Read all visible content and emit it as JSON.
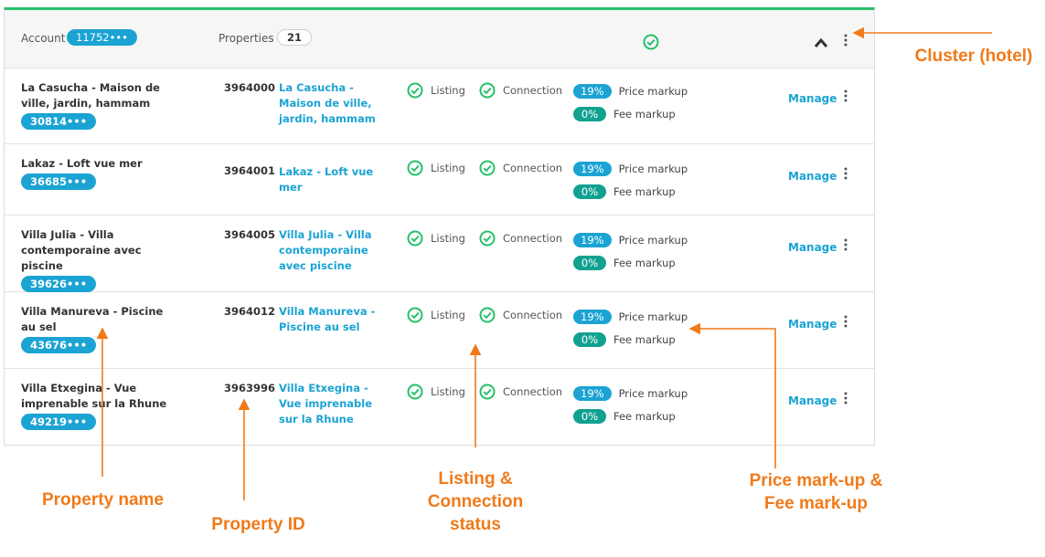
{
  "header": {
    "account_label": "Account",
    "account_value": "11752•••",
    "properties_label": "Properties",
    "properties_count": "21",
    "collapse_icon": "chevron-up-icon",
    "menu_icon": "kebab-icon",
    "status_icon": "check-circle-icon"
  },
  "colors": {
    "accent": "#1ba3d3",
    "success": "#27c06a",
    "fee": "#12a190",
    "annotation": "#f07a1a"
  },
  "rows": [
    {
      "name": "La Casucha - Maison de ville, jardin, hammam",
      "code": "30814•••",
      "id": "3964000",
      "link": "La Casucha - Maison de ville, jardin, hammam",
      "listing": "Listing",
      "connection": "Connection",
      "price_pct": "19%",
      "price_label": "Price markup",
      "fee_pct": "0%",
      "fee_label": "Fee markup",
      "manage": "Manage"
    },
    {
      "name": "Lakaz - Loft vue mer",
      "code": "36685•••",
      "id": "3964001",
      "link": "Lakaz - Loft vue mer",
      "listing": "Listing",
      "connection": "Connection",
      "price_pct": "19%",
      "price_label": "Price markup",
      "fee_pct": "0%",
      "fee_label": "Fee markup",
      "manage": "Manage"
    },
    {
      "name": "Villa Julia - Villa contemporaine avec piscine",
      "code": "39626•••",
      "id": "3964005",
      "link": "Villa Julia - Villa contemporaine avec piscine",
      "listing": "Listing",
      "connection": "Connection",
      "price_pct": "19%",
      "price_label": "Price markup",
      "fee_pct": "0%",
      "fee_label": "Fee markup",
      "manage": "Manage"
    },
    {
      "name": "Villa Manureva - Piscine au sel",
      "code": "43676•••",
      "id": "3964012",
      "link": "Villa Manureva - Piscine au sel",
      "listing": "Listing",
      "connection": "Connection",
      "price_pct": "19%",
      "price_label": "Price markup",
      "fee_pct": "0%",
      "fee_label": "Fee markup",
      "manage": "Manage"
    },
    {
      "name": "Villa Etxegina - Vue imprenable sur la Rhune",
      "code": "49219•••",
      "id": "3963996",
      "link": "Villa Etxegina - Vue imprenable sur la Rhune",
      "listing": "Listing",
      "connection": "Connection",
      "price_pct": "19%",
      "price_label": "Price markup",
      "fee_pct": "0%",
      "fee_label": "Fee markup",
      "manage": "Manage"
    }
  ],
  "annotations": {
    "cluster": "Cluster (hotel)",
    "property_name": "Property name",
    "property_id": "Property ID",
    "status": "Listing & Connection status",
    "markup": "Price mark-up & Fee mark-up"
  }
}
